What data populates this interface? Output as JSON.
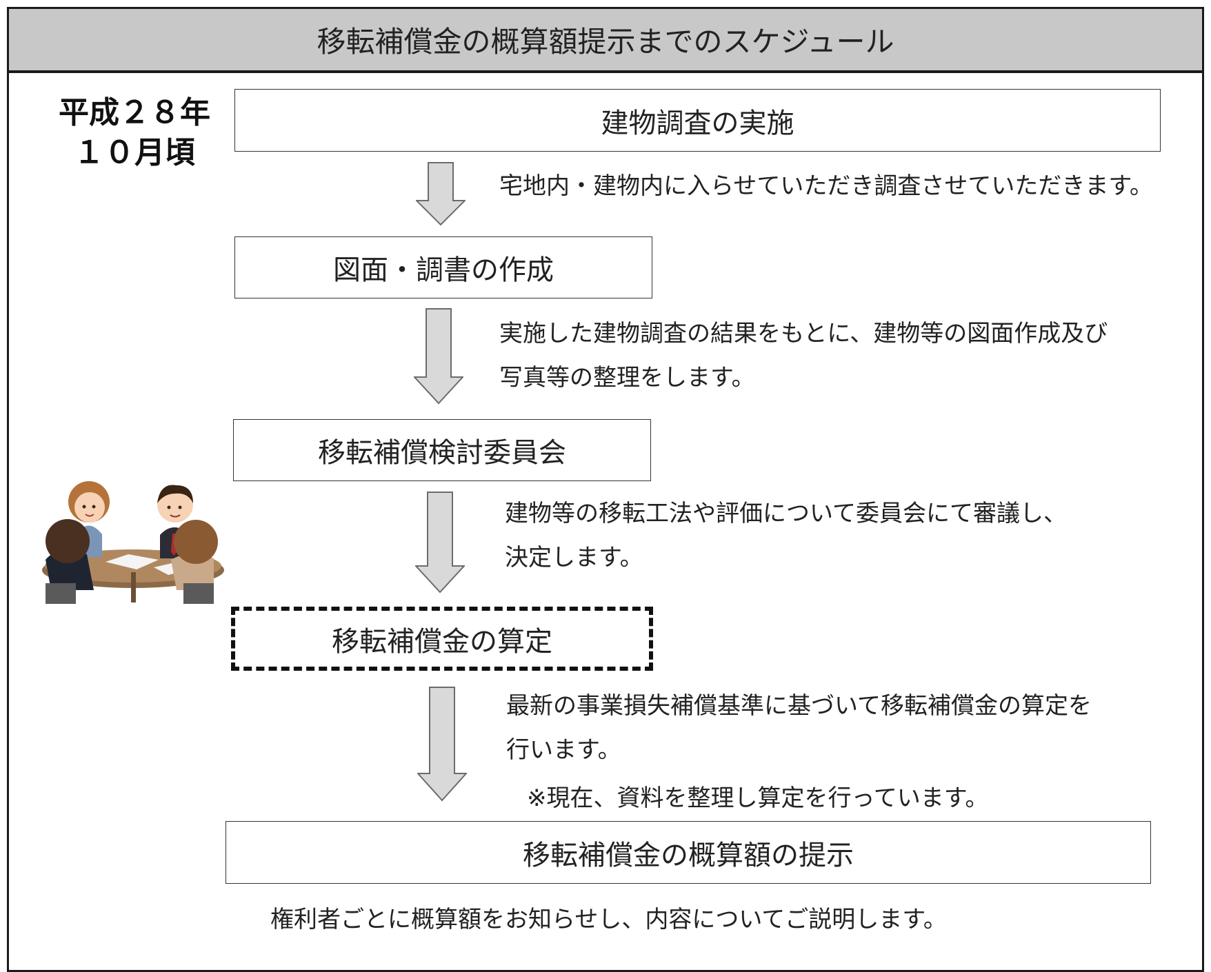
{
  "title": "移転補償金の概算額提示までのスケジュール",
  "date_label": {
    "line1": "平成２８年",
    "line2": "１０月頃"
  },
  "steps": [
    {
      "label": "建物調査の実施"
    },
    {
      "label": "図面・調書の作成"
    },
    {
      "label": "移転補償検討委員会"
    },
    {
      "label": "移転補償金の算定"
    },
    {
      "label": "移転補償金の概算額の提示"
    }
  ],
  "descriptions": [
    {
      "lines": [
        "宅地内・建物内に入らせていただき調査させていただきます。"
      ]
    },
    {
      "lines": [
        "実施した建物調査の結果をもとに、建物等の図面作成及び",
        "写真等の整理をします。"
      ]
    },
    {
      "lines": [
        "建物等の移転工法や評価について委員会にて審議し、",
        "決定します。"
      ]
    },
    {
      "lines": [
        "最新の事業損失補償基準に基づいて移転補償金の算定を",
        "行います。"
      ]
    }
  ],
  "current_note": "※現在、資料を整理し算定を行っています。",
  "final_description": "権利者ごとに概算額をお知らせし、内容についてご説明します。",
  "colors": {
    "title_bg": "#c8c8c8",
    "arrow_fill": "#d9d9d9",
    "arrow_stroke": "#6b6b6b",
    "border": "#1a1a1a"
  },
  "icons": {
    "meeting": "meeting-illustration-icon",
    "flow_arrow": "down-arrow-icon"
  }
}
